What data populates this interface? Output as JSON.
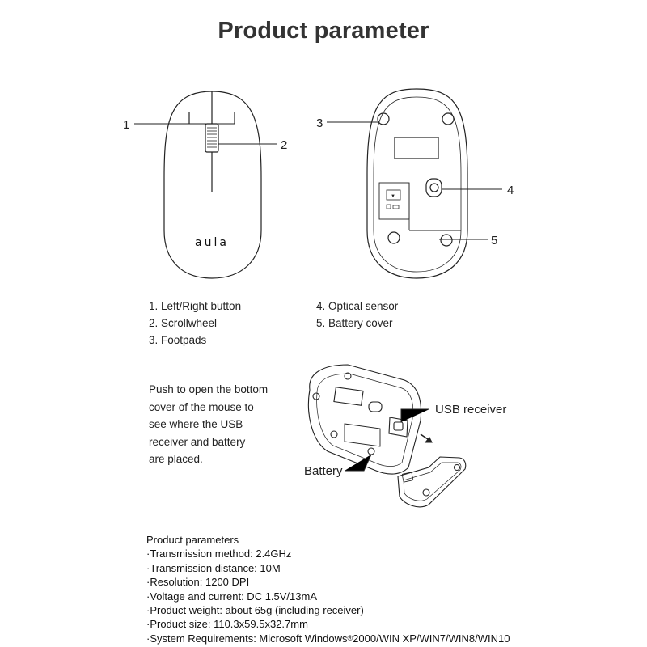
{
  "title": "Product parameter",
  "top_view": {
    "brand_logo": "aula"
  },
  "callouts": {
    "c1": "1",
    "c2": "2",
    "c3": "3",
    "c4": "4",
    "c5": "5",
    "usb_receiver": "USB receiver",
    "battery": "Battery"
  },
  "legend": {
    "left": [
      "1. Left/Right button",
      "2. Scrollwheel",
      "3. Footpads"
    ],
    "right": [
      "4. Optical sensor",
      "5. Battery cover"
    ]
  },
  "instructions": {
    "lines": [
      "Push to open the bottom",
      "cover of the mouse to",
      "see where the USB",
      "receiver and battery",
      "are placed."
    ]
  },
  "specs": {
    "heading": "Product parameters",
    "items": [
      "·Transmission method: 2.4GHz",
      "·Transmission distance: 10M",
      "·Resolution: 1200 DPI",
      "·Voltage and current: DC 1.5V/13mA",
      "·Product weight: about 65g (including receiver)",
      "·Product size: 110.3x59.5x32.7mm"
    ],
    "last_item": {
      "prefix": "·System Requirements: Microsoft Windows",
      "reg": "®",
      "suffix": "2000/WIN XP/WIN7/WIN8/WIN10"
    }
  },
  "colors": {
    "title": "#333333",
    "line": "#222222",
    "text": "#222222"
  }
}
